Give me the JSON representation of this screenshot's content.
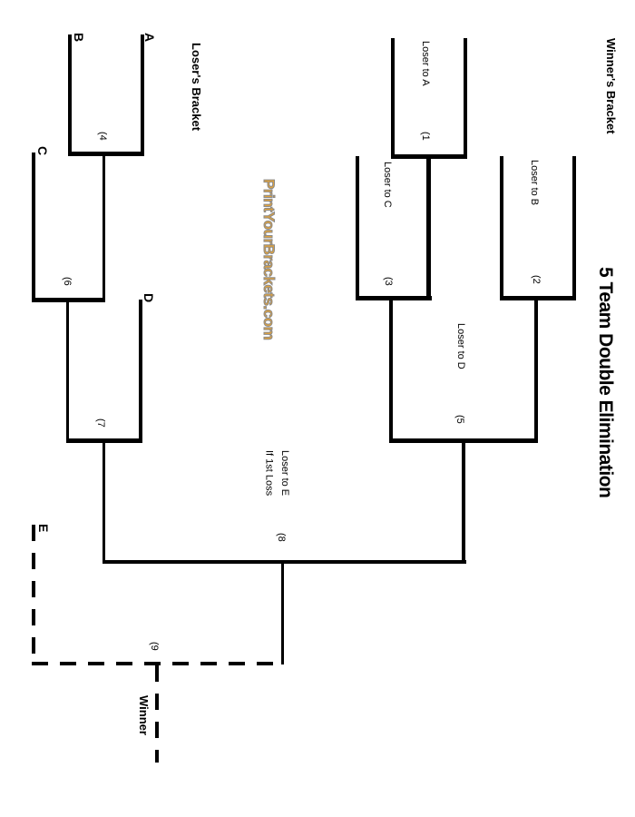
{
  "labels": {
    "winners_bracket": "Winner's Bracket",
    "losers_bracket": "Loser's Bracket",
    "title": "5 Team Double Elimination",
    "watermark": "PrintYourBrackets.com",
    "winner": "Winner"
  },
  "teams": {
    "a": "A",
    "b": "B",
    "c": "C",
    "d": "D",
    "e": "E"
  },
  "games": {
    "g1": {
      "num": "(1",
      "note": "Loser to A"
    },
    "g2": {
      "num": "(2",
      "note": "Loser to B"
    },
    "g3": {
      "num": "(3",
      "note": "Loser to C"
    },
    "g4": {
      "num": "(4"
    },
    "g5": {
      "num": "(5",
      "note": "Loser to D"
    },
    "g6": {
      "num": "(6"
    },
    "g7": {
      "num": "(7"
    },
    "g8": {
      "num": "(8",
      "note_line1": "Loser to E",
      "note_line2": "If 1st Loss"
    },
    "g9": {
      "num": "(9"
    }
  },
  "colors": {
    "line": "#000000",
    "watermark_fill": "#e2a33c",
    "watermark_outline": "#8a8a8a"
  }
}
